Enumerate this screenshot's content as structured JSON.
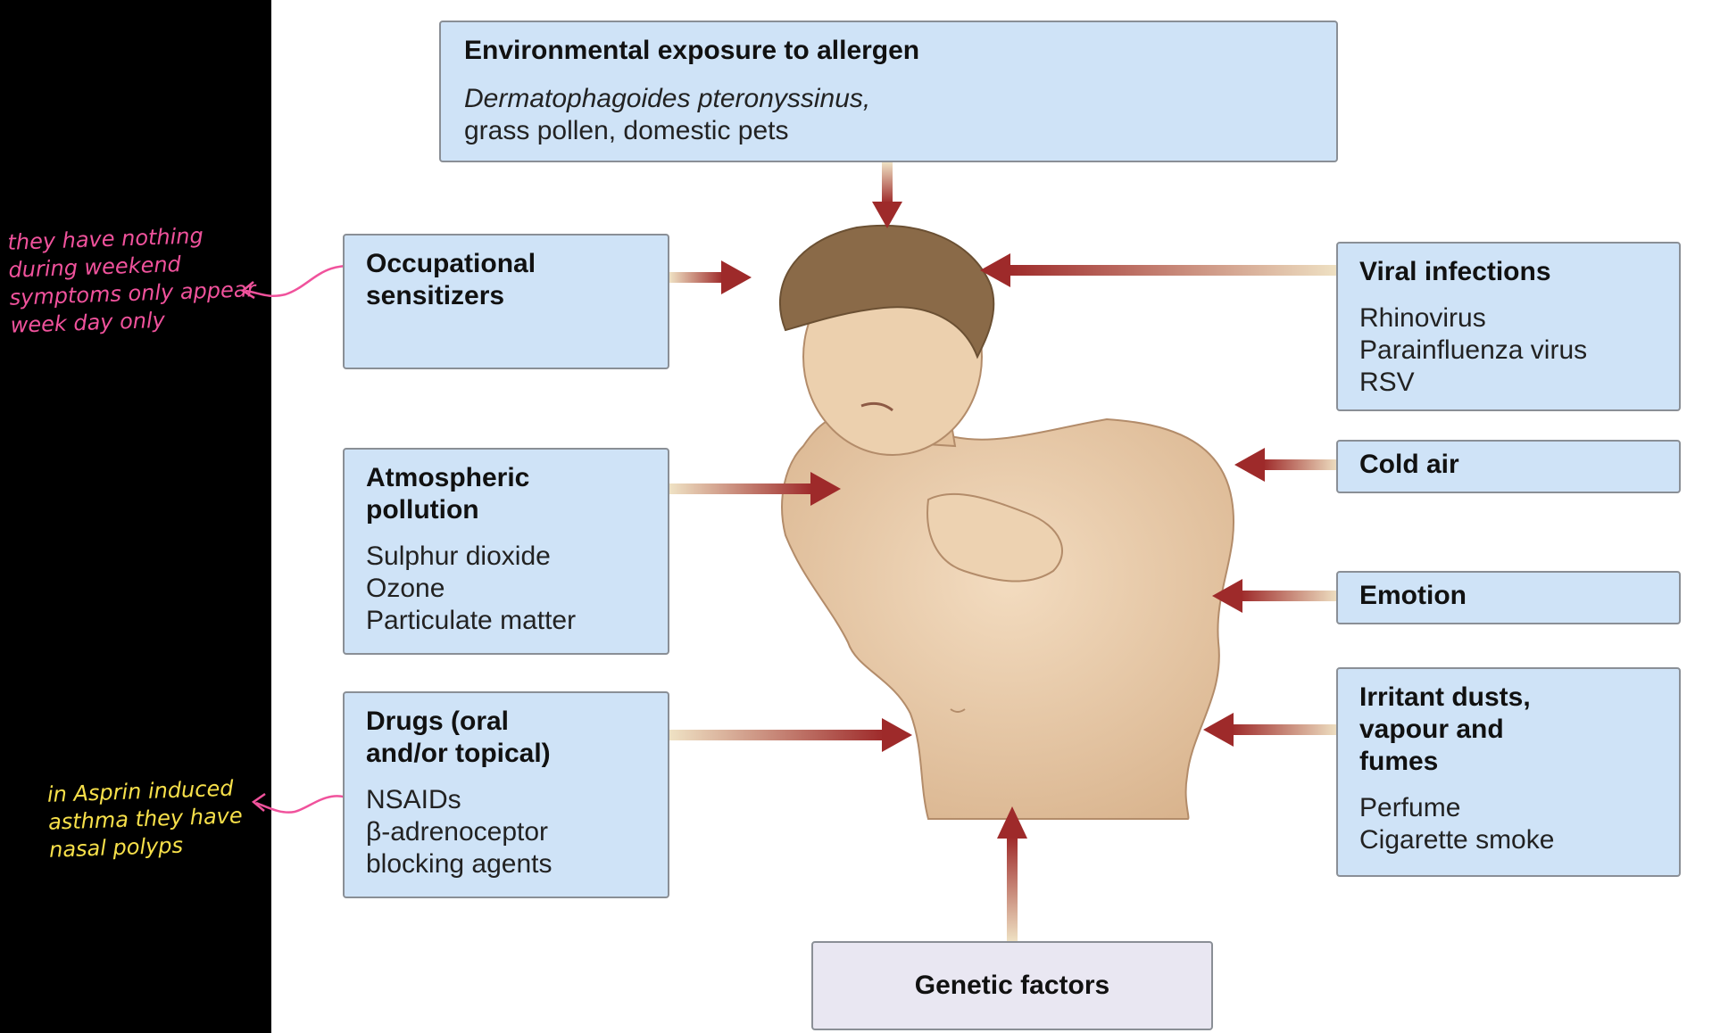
{
  "boxes": {
    "environmental": {
      "title": "Environmental exposure to allergen",
      "lines": [
        "Dermatophagoides pteronyssinus,",
        "grass pollen, domestic pets"
      ]
    },
    "occupational": {
      "title": "Occupational\nsensitizers",
      "lines": []
    },
    "atmospheric": {
      "title": "Atmospheric\npollution",
      "lines": [
        "Sulphur dioxide",
        "Ozone",
        "Particulate matter"
      ]
    },
    "drugs": {
      "title": "Drugs (oral\nand/or topical)",
      "lines": [
        "NSAIDs",
        "β-adrenoceptor",
        "blocking agents"
      ]
    },
    "viral": {
      "title": "Viral infections",
      "lines": [
        "Rhinovirus",
        "Parainfluenza virus",
        "RSV"
      ]
    },
    "cold_air": {
      "title": "Cold air"
    },
    "emotion": {
      "title": "Emotion"
    },
    "irritant": {
      "title": "Irritant dusts,\nvapour and\nfumes",
      "lines": [
        "Perfume",
        "Cigarette smoke"
      ]
    },
    "genetic": {
      "title": "Genetic factors"
    }
  },
  "annotations": {
    "weekend_note": "they have nothing\nduring weekend\nsymptoms only appear\nweek day only",
    "aspirin_note": "in Asprin induced\nasthma they have\nnasal polyps"
  },
  "colors": {
    "box_fill": "#cfe3f7",
    "genetic_fill": "#e9e7f2",
    "arrow_red": "#9e2a2a",
    "annotation_pink": "#f0529c",
    "annotation_yellow": "#f7e04a",
    "skin": "#e8c9a6",
    "hair": "#8a6a48"
  }
}
